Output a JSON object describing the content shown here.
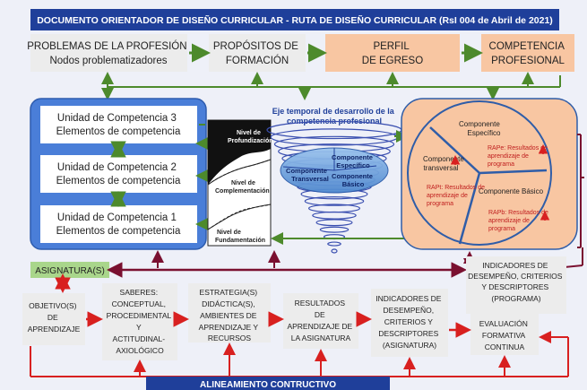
{
  "header": {
    "title": "DOCUMENTO ORIENTADOR DE DISEÑO CURRICULAR - RUTA DE DISEÑO CURRICULAR (RsI 004 de Abril de 2021)"
  },
  "top_flow": {
    "problemas": [
      "PROBLEMAS DE LA PROFESIÓN",
      "Nodos problematizadores"
    ],
    "propositos": [
      "PROPÓSITOS DE",
      "FORMACIÓN"
    ],
    "perfil": [
      "PERFIL",
      "DE EGRESO"
    ],
    "competencia": [
      "COMPETENCIA",
      "PROFESIONAL"
    ]
  },
  "units": {
    "u3": [
      "Unidad de Competencia 3",
      "Elementos de competencia"
    ],
    "u2": [
      "Unidad de Competencia 2",
      "Elementos de competencia"
    ],
    "u1": [
      "Unidad de Competencia 1",
      "Elementos de competencia"
    ]
  },
  "levels": {
    "profundizacion": [
      "Nivel de",
      "Profundización"
    ],
    "complementacion": [
      "Nivel de",
      "Complementación"
    ],
    "fundamentacion": [
      "Nivel de",
      "Fundamentación"
    ]
  },
  "spiral": {
    "title": [
      "Eje temporal de desarrollo de la",
      "competencia profesional"
    ],
    "especifico": [
      "Componente",
      "Específico"
    ],
    "transversal": [
      "Componente",
      "Transversal"
    ],
    "basico": [
      "Componente",
      "Básico"
    ]
  },
  "pie": {
    "especifico": [
      "Componente",
      "Específico"
    ],
    "transversal": [
      "Componente",
      "transversal"
    ],
    "basico": "Componente Básico",
    "rape": [
      "RAPe: Resultados de",
      "aprendizaje de",
      "programa"
    ],
    "rapt": [
      "RAPt: Resultados de",
      "aprendizaje de",
      "programa"
    ],
    "rapb": [
      "RAPb: Resultados de",
      "aprendizaje de",
      "programa"
    ]
  },
  "asignatura": "ASIGNATURA(S)",
  "indicadores_programa": [
    "INDICADORES DE",
    "DESEMPEÑO, CRITERIOS",
    "Y DESCRIPTORES",
    "(PROGRAMA)"
  ],
  "bottom_flow": {
    "objetivo": [
      "OBJETIVO(S)",
      "DE",
      "APRENDIZAJE"
    ],
    "saberes": [
      "SABERES:",
      "CONCEPTUAL,",
      "PROCEDIMENTAL",
      "Y",
      "ACTITUDINAL-",
      "AXIOLÓGICO"
    ],
    "estrategia": [
      "ESTRATEGIA(S)",
      "DIDÁCTICA(S),",
      "AMBIENTES DE",
      "APRENDIZAJE  Y",
      "RECURSOS"
    ],
    "resultados": [
      "RESULTADOS",
      "DE",
      "APRENDIZAJE DE",
      "LA ASIGNATURA"
    ],
    "indicadores": [
      "INDICADORES DE",
      "DESEMPEÑO,",
      "CRITERIOS Y",
      "DESCRIPTORES",
      "(ASIGNATURA)"
    ],
    "evaluacion": [
      "EVALUACIÓN",
      "FORMATIVA",
      "CONTINUA"
    ]
  },
  "footer": "ALINEAMIENTO CONTRUCTIVO",
  "colors": {
    "header_bg": "#1f3f9a",
    "unit_blue": "#4a7ed8",
    "salmon": "#f8c6a2",
    "gray_box": "#ececec",
    "green_arrow": "#4d8a2c",
    "maroon_arrow": "#7a1030",
    "red_arrow": "#d82020",
    "asignatura_green": "#a9d68b"
  }
}
